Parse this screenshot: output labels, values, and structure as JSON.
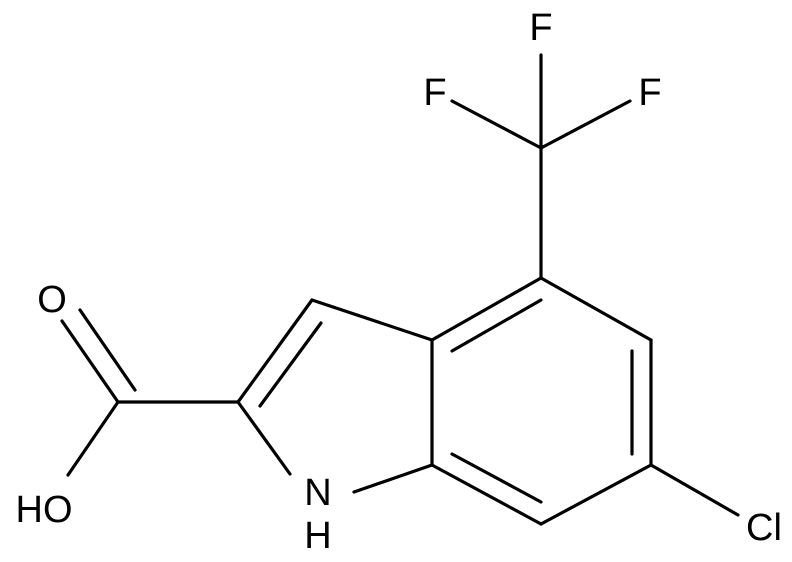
{
  "structure": {
    "atoms": {
      "f_top": "F",
      "f_left": "F",
      "f_right": "F",
      "oxygen_carbonyl": "O",
      "hydroxyl": "HO",
      "nitrogen": "N",
      "nitrogen_hydrogen": "H",
      "chlorine": "Cl"
    }
  }
}
